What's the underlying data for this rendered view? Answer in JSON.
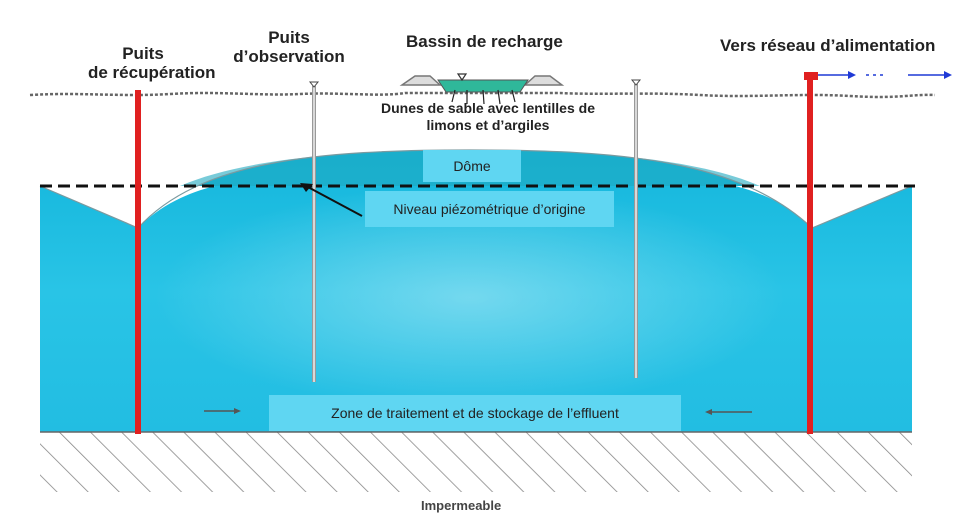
{
  "labels": {
    "recovery_well": [
      "Puits",
      "de récupération"
    ],
    "observation_well": [
      "Puits",
      "d’observation"
    ],
    "recharge_basin": "Bassin de recharge",
    "supply_network": "Vers réseau d’alimentation",
    "dunes": [
      "Dunes de sable avec lentilles de",
      "limons et d’argiles"
    ],
    "dome": "Dôme",
    "piezometric_level": "Niveau piézométrique d’origine",
    "treatment_zone": "Zone de traitement et de stockage de l’effluent",
    "impermeable": "Impermeable"
  },
  "colors": {
    "aquifer": "#1bbde0",
    "dome": "#22b4c4",
    "label_box": "#5fd6f2",
    "well_pipe": "#e02020",
    "basin_water": "#2fb89a",
    "arrow_blue": "#1f3ad6",
    "ground_hatch": "#888888"
  },
  "icons": [
    "water-level-marker-icon",
    "flow-arrow-icon"
  ]
}
